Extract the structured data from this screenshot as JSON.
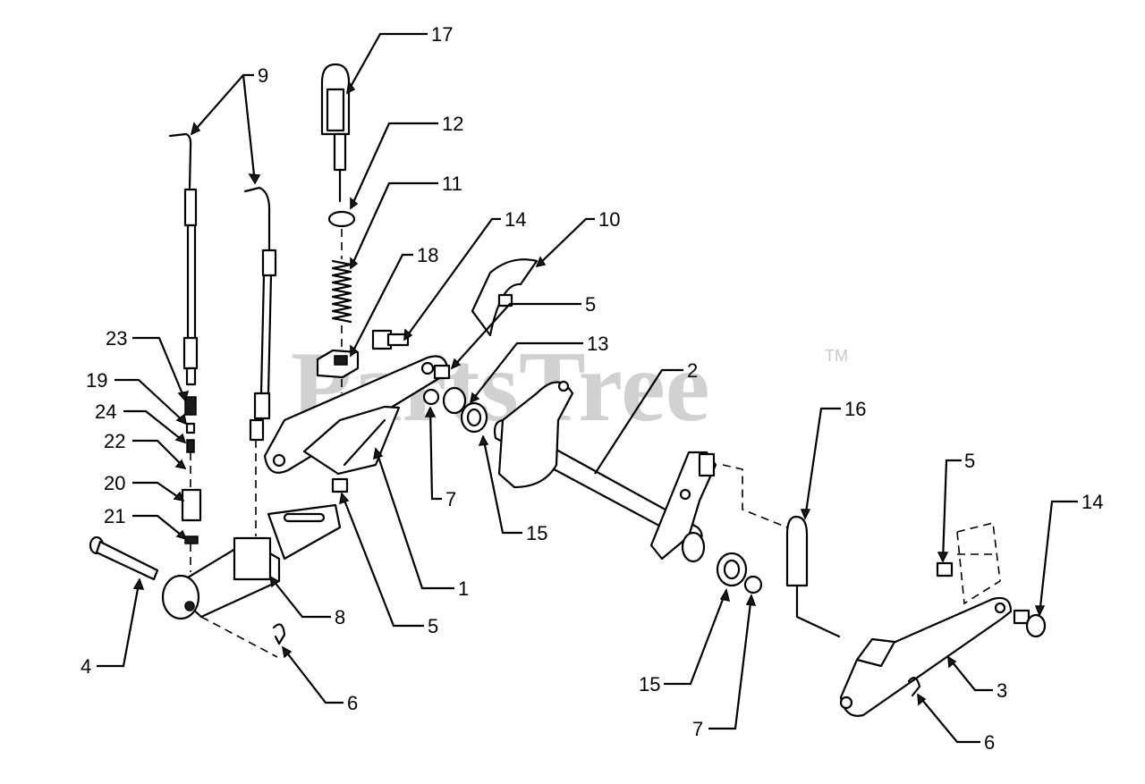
{
  "watermark": {
    "text": "PartsTree",
    "trademark": "TM"
  },
  "callouts": [
    {
      "id": "c17",
      "label": "17"
    },
    {
      "id": "c9",
      "label": "9"
    },
    {
      "id": "c12",
      "label": "12"
    },
    {
      "id": "c11",
      "label": "11"
    },
    {
      "id": "c14a",
      "label": "14"
    },
    {
      "id": "c10",
      "label": "10"
    },
    {
      "id": "c18",
      "label": "18"
    },
    {
      "id": "c5a",
      "label": "5"
    },
    {
      "id": "c13",
      "label": "13"
    },
    {
      "id": "c2",
      "label": "2"
    },
    {
      "id": "c23",
      "label": "23"
    },
    {
      "id": "c19",
      "label": "19"
    },
    {
      "id": "c24",
      "label": "24"
    },
    {
      "id": "c22",
      "label": "22"
    },
    {
      "id": "c20",
      "label": "20"
    },
    {
      "id": "c21",
      "label": "21"
    },
    {
      "id": "c7a",
      "label": "7"
    },
    {
      "id": "c15a",
      "label": "15"
    },
    {
      "id": "c16",
      "label": "16"
    },
    {
      "id": "c5b",
      "label": "5"
    },
    {
      "id": "c14b",
      "label": "14"
    },
    {
      "id": "c1",
      "label": "1"
    },
    {
      "id": "c5c",
      "label": "5"
    },
    {
      "id": "c8",
      "label": "8"
    },
    {
      "id": "c4",
      "label": "4"
    },
    {
      "id": "c6a",
      "label": "6"
    },
    {
      "id": "c15b",
      "label": "15"
    },
    {
      "id": "c7b",
      "label": "7"
    },
    {
      "id": "c3",
      "label": "3"
    },
    {
      "id": "c6b",
      "label": "6"
    }
  ]
}
